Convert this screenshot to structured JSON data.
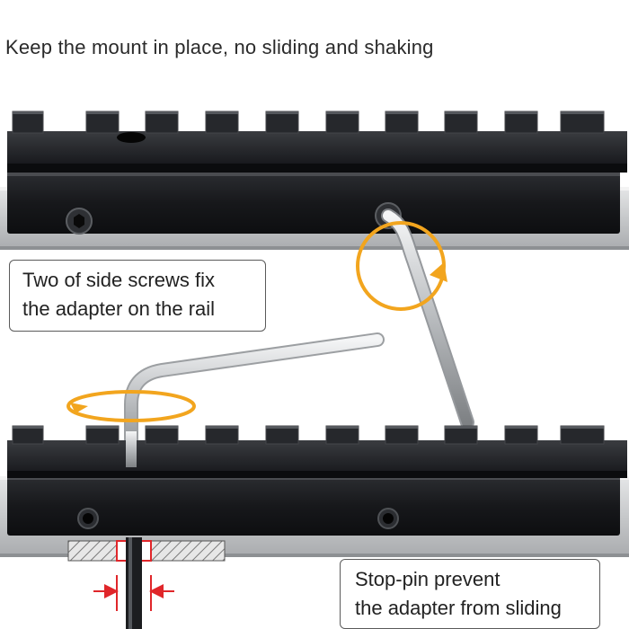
{
  "headline": "Keep the mount in place, no sliding and shaking",
  "callouts": {
    "side_screws": {
      "line1": "Two of side screws fix",
      "line2": "the adapter on the rail"
    },
    "stop_pin": {
      "line1": "Stop-pin prevent",
      "line2": "the adapter from sliding"
    }
  },
  "colors": {
    "rotation_arrow": "#f2a51e",
    "measure_arrow": "#e0262a",
    "rail_metal": "#1b1c1f",
    "rail_background": "#cfd1d3"
  },
  "icons": [
    "hex-key-icon",
    "rotation-arrow-icon",
    "measure-arrow-icon"
  ]
}
